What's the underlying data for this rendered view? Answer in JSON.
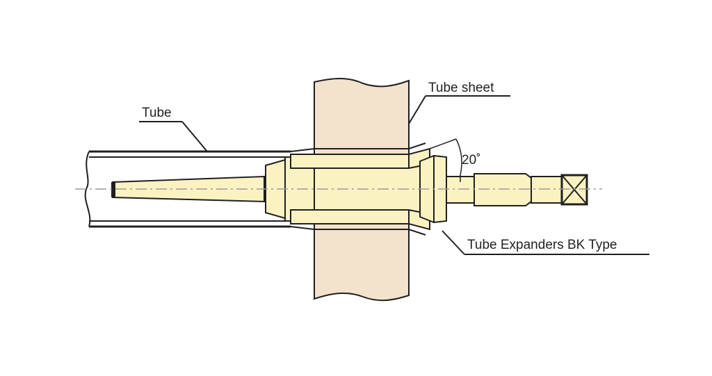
{
  "labels": {
    "tube": "Tube",
    "tube_sheet": "Tube sheet",
    "angle": "20˚",
    "expander": "Tube Expanders BK Type"
  },
  "colors": {
    "tube_sheet_fill": "#f3e2cc",
    "tool_fill": "#fbf2c2",
    "outline": "#1f1f1f",
    "centerline": "#9a9a9a"
  },
  "icons": {
    "drive_square": "square-with-x"
  }
}
